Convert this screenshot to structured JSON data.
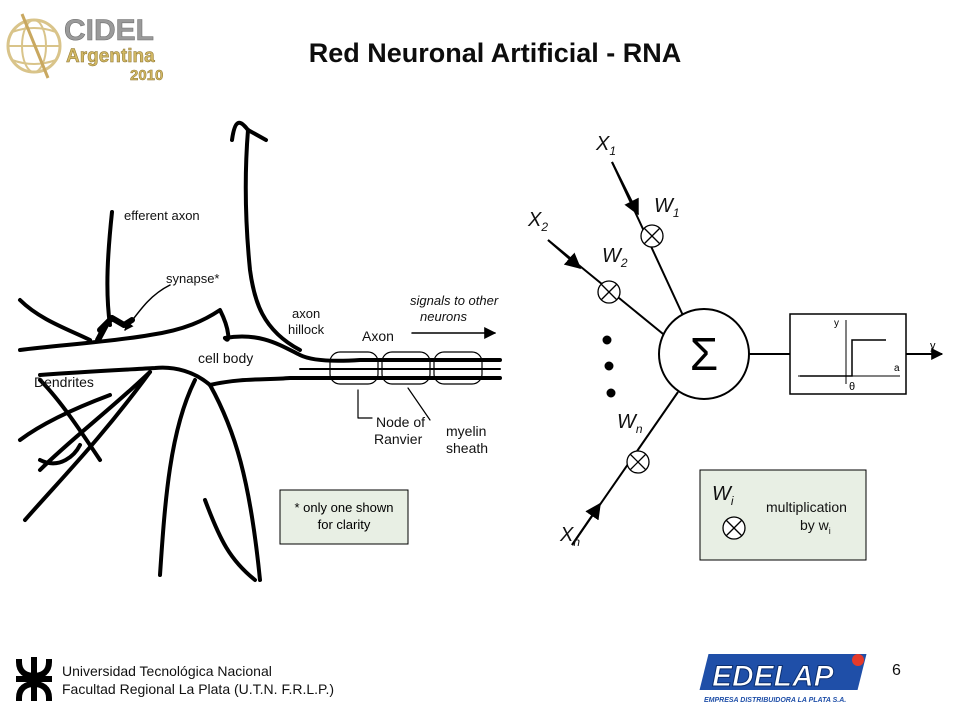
{
  "slide": {
    "title": "Red Neuronal Artificial - RNA",
    "page_number": "6"
  },
  "header_logo": {
    "line1": "CIDEL",
    "line2": "Argentina",
    "line3": "2010"
  },
  "biological_neuron": {
    "labels": {
      "efferent_axon": "efferent axon",
      "synapse": "synapse*",
      "axon_hillock_1": "axon",
      "axon_hillock_2": "hillock",
      "signals_1": "signals to other",
      "signals_2": "neurons",
      "axon": "Axon",
      "cell_body": "cell body",
      "dendrites": "Dendrites",
      "node_1": "Node of",
      "node_2": "Ranvier",
      "myelin_1": "myelin",
      "myelin_2": "sheath"
    },
    "note": {
      "line1": "* only one shown",
      "line2": "for clarity"
    }
  },
  "artificial_neuron": {
    "inputs": {
      "x1_base": "X",
      "x1_sub": "1",
      "x2_base": "X",
      "x2_sub": "2",
      "xn_base": "X",
      "xn_sub": "n"
    },
    "weights": {
      "w1_base": "W",
      "w1_sub": "1",
      "w2_base": "W",
      "w2_sub": "2",
      "wn_base": "W",
      "wn_sub": "n"
    },
    "summation_symbol": "Σ",
    "activation": {
      "y_axis": "y",
      "x_axis": "a",
      "threshold": "θ",
      "output": "y"
    },
    "legend": {
      "w_base": "W",
      "w_sub": "i",
      "text_1": "multiplication",
      "text_2_prefix": "by w",
      "text_2_sub": "i"
    }
  },
  "footer": {
    "line1": "Universidad Tecnológica Nacional",
    "line2": "Facultad Regional La Plata (U.T.N.  F.R.L.P.)",
    "edelap": "EDELAP",
    "edelap_tagline": "EMPRESA DISTRIBUIDORA LA PLATA S.A."
  }
}
